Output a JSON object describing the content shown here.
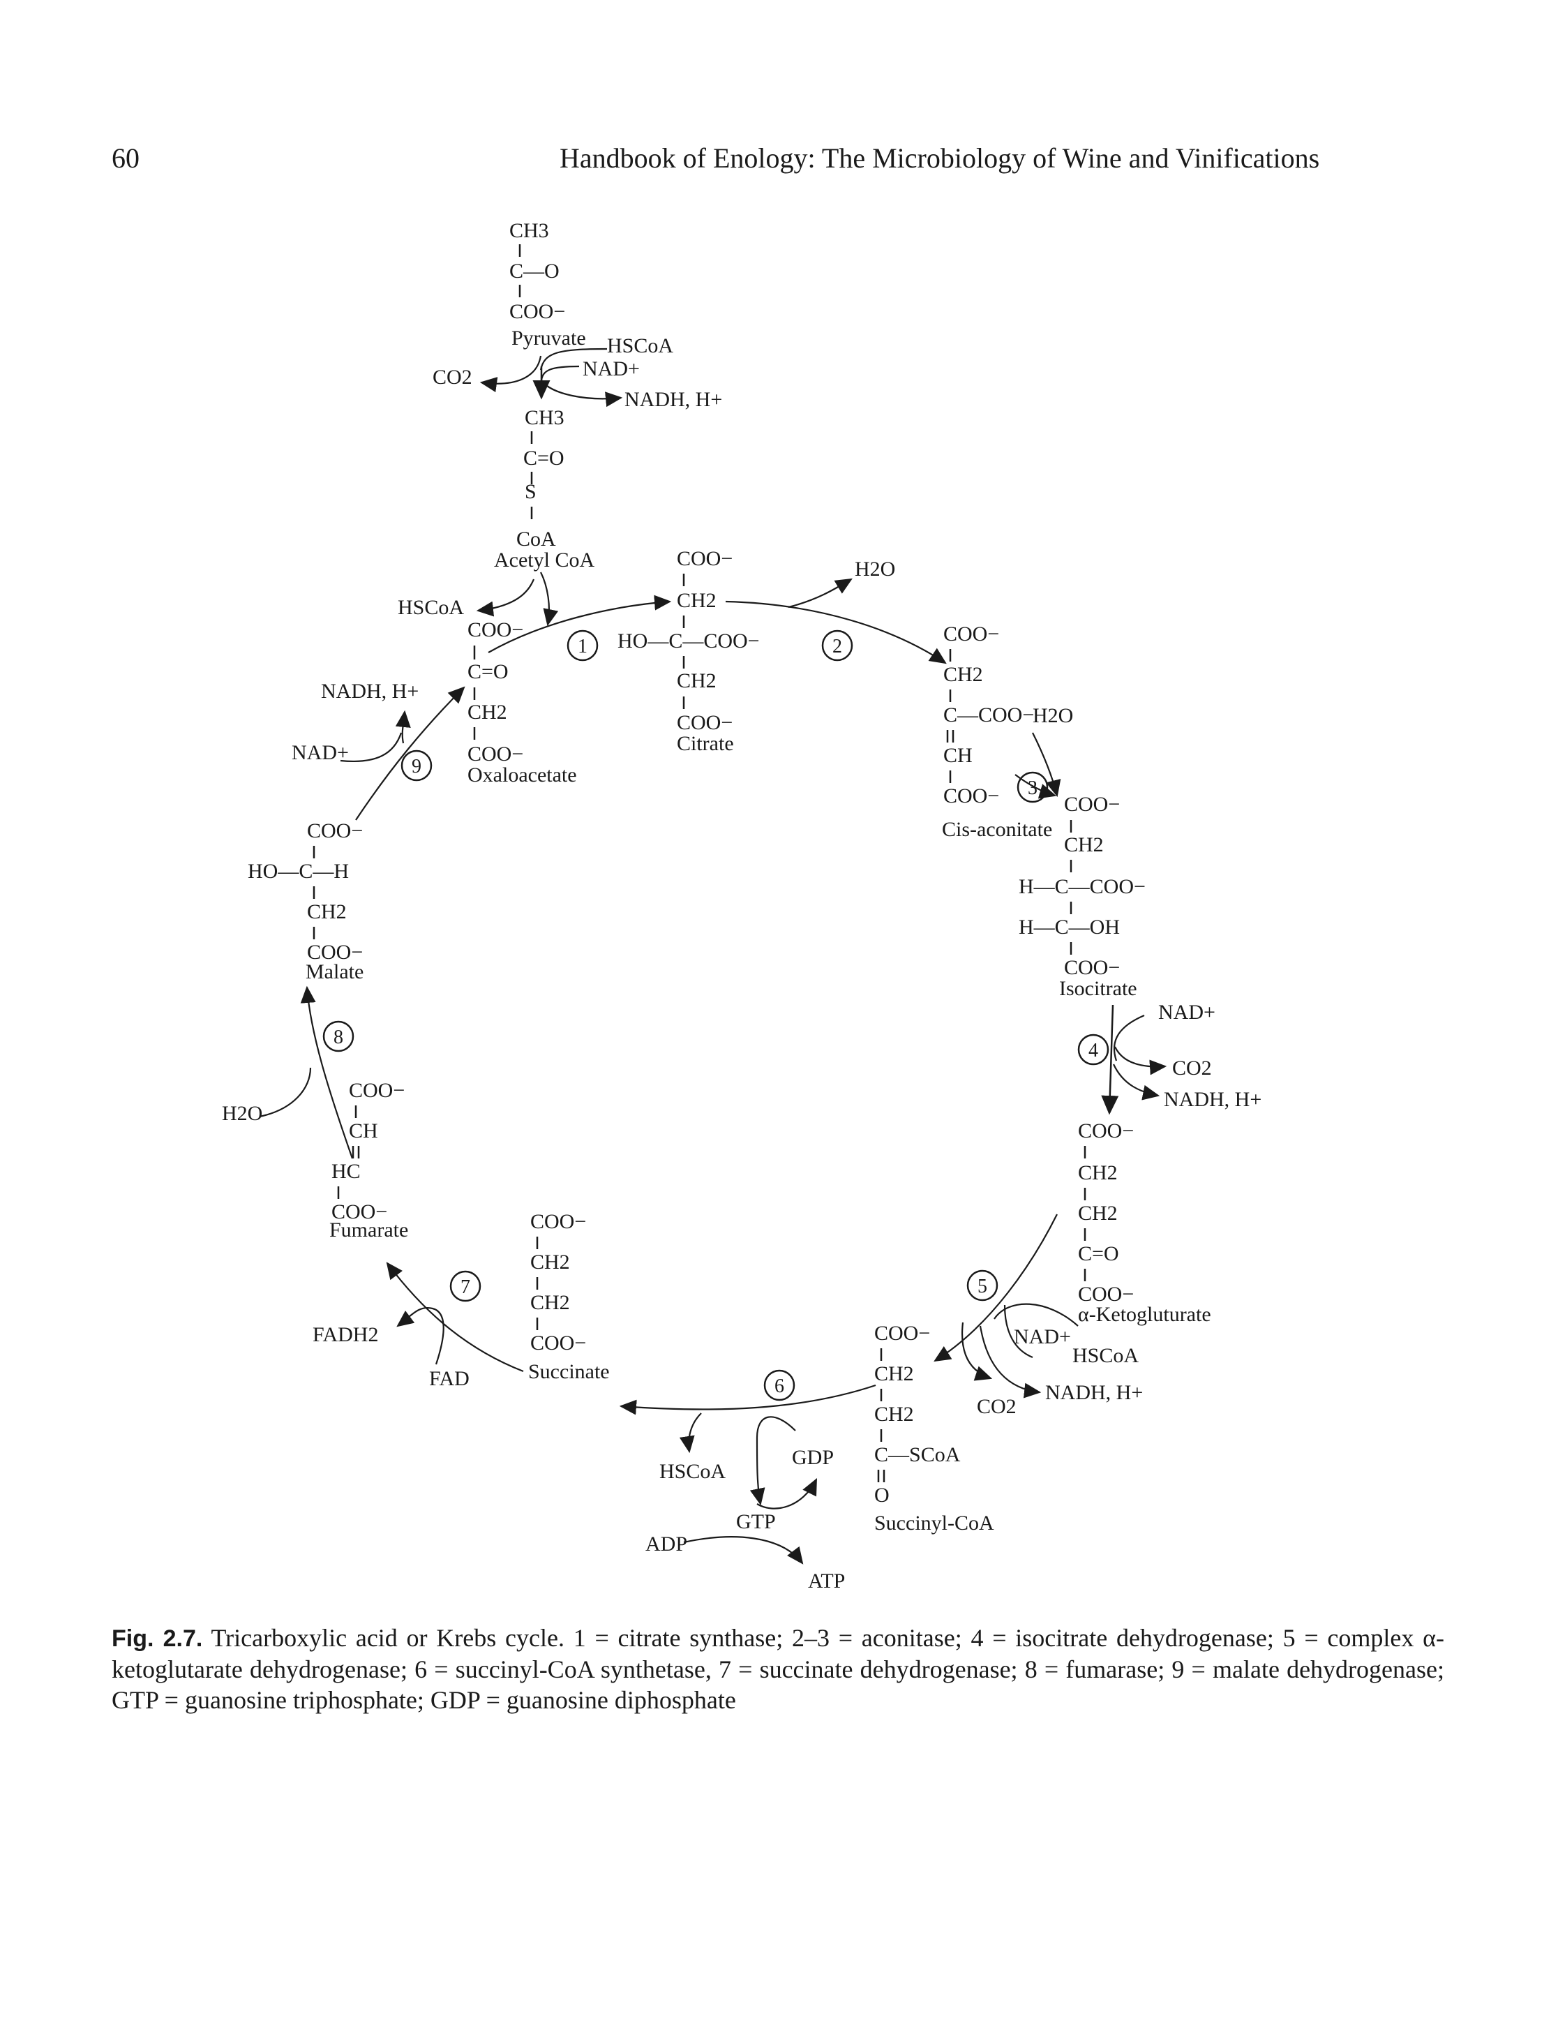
{
  "page": {
    "number": "60",
    "running_head": "Handbook of Enology: The Microbiology of Wine and Vinifications"
  },
  "figure": {
    "compounds": {
      "pyruvate": {
        "lines": [
          "CH3",
          "C—O",
          "COO−"
        ],
        "name": "Pyruvate"
      },
      "acetyl_coa": {
        "lines": [
          "CH3",
          "C=O",
          "S",
          "CoA"
        ],
        "name": "Acetyl CoA"
      },
      "oxaloacetate": {
        "lines": [
          "COO−",
          "C=O",
          "CH2",
          "COO−"
        ],
        "name": "Oxaloacetate"
      },
      "citrate": {
        "lines": [
          "COO−",
          "CH2",
          "HO—C—COO−",
          "CH2",
          "COO−"
        ],
        "name": "Citrate"
      },
      "cis_aconitate": {
        "lines": [
          "COO−",
          "CH2",
          "C—COO−",
          "CH",
          "COO−"
        ],
        "name": "Cis-aconitate"
      },
      "isocitrate": {
        "lines": [
          "COO−",
          "CH2",
          "H—C—COO−",
          "H—C—OH",
          "COO−"
        ],
        "name": "Isocitrate"
      },
      "alpha_ketoglutarate": {
        "lines": [
          "COO−",
          "CH2",
          "CH2",
          "C=O",
          "COO−"
        ],
        "name": "α-Ketogluturate"
      },
      "succinyl_coa": {
        "lines": [
          "COO−",
          "CH2",
          "CH2",
          "C—SCoA",
          "O"
        ],
        "name": "Succinyl-CoA"
      },
      "succinate": {
        "lines": [
          "COO−",
          "CH2",
          "CH2",
          "COO−"
        ],
        "name": "Succinate"
      },
      "fumarate": {
        "lines": [
          "COO−",
          "CH",
          "HC",
          "COO−"
        ],
        "name": "Fumarate"
      },
      "malate": {
        "lines": [
          "COO−",
          "HO—C—H",
          "CH2",
          "COO−"
        ],
        "name": "Malate"
      }
    },
    "cofactors": {
      "hscoa": "HSCoA",
      "nad_plus": "NAD+",
      "nadh_h": "NADH, H+",
      "co2": "CO2",
      "h2o": "H2O",
      "gdp": "GDP",
      "gtp": "GTP",
      "adp": "ADP",
      "atp": "ATP",
      "fad": "FAD",
      "fadh2": "FADH2"
    },
    "steps": [
      "1",
      "2",
      "3",
      "4",
      "5",
      "6",
      "7",
      "8",
      "9"
    ]
  },
  "caption": {
    "label": "Fig. 2.7.",
    "text": "Tricarboxylic acid or Krebs cycle. 1 = citrate synthase; 2–3 = aconitase; 4 = isocitrate dehydrogenase; 5 = complex α-ketoglutarate dehydrogenase; 6 = succinyl-CoA synthetase, 7 = succinate dehydrogenase; 8 = fumarase; 9 = malate dehydrogenase; GTP = guanosine triphosphate; GDP = guanosine diphosphate"
  }
}
